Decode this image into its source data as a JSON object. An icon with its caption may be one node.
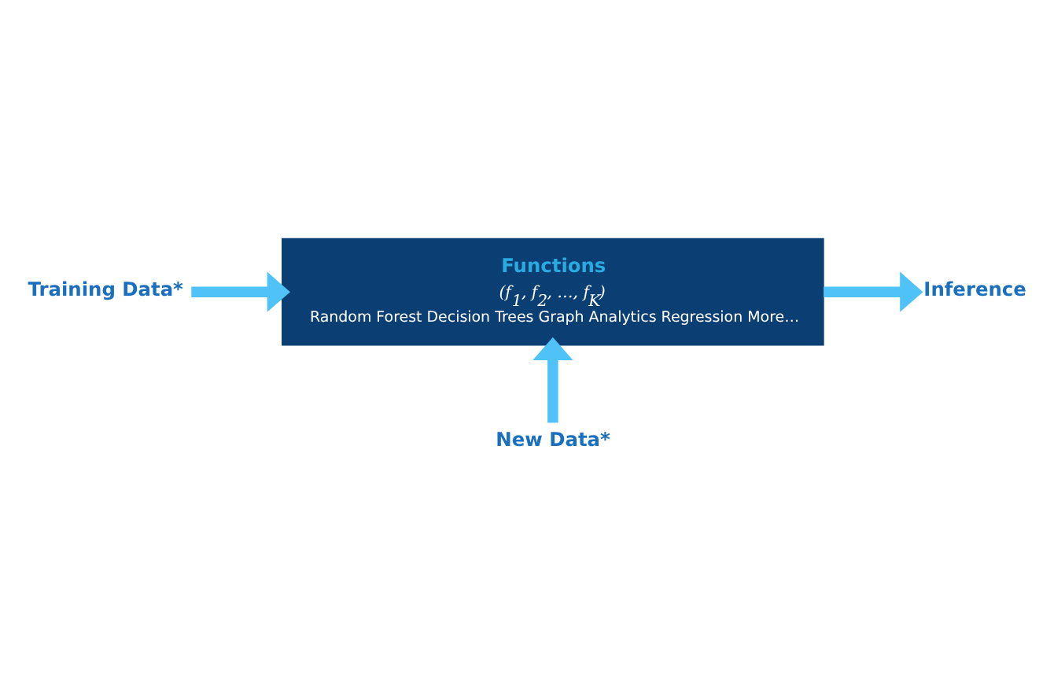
{
  "diagram": {
    "nodes": [
      {
        "text": [
          "Training Data*"
        ]
      },
      {
        "text": [
          "Functions",
          "(f$_{1}$, f$_{2}$, …, f$_{K}$)",
          "Random Forest Decision Trees Graph Analytics Regression More…"
        ]
      },
      {
        "text": [
          "Inference"
        ]
      },
      {
        "text": [
          "New Data*"
        ]
      }
    ],
    "edges": [
      {
        "from": 0,
        "to": 1,
        "arrow": "to"
      },
      {
        "from": 1,
        "to": 2,
        "arrow": "to"
      },
      {
        "from": 3,
        "to": 1,
        "arrow": "to"
      }
    ]
  }
}
